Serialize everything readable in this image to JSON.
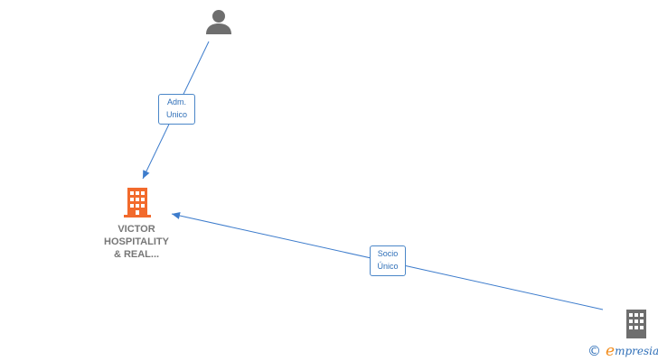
{
  "nodes": {
    "person": {
      "icon": "person-icon",
      "color": "#6e6e6e"
    },
    "company_main": {
      "icon": "building-icon",
      "color": "#f26a2c",
      "label_lines": [
        "VICTOR",
        "HOSPITALITY",
        "& REAL..."
      ]
    },
    "company_partner": {
      "icon": "building-icon",
      "color": "#6e6e6e"
    }
  },
  "edges": [
    {
      "from": "person",
      "to": "company_main",
      "label_lines": [
        "Adm.",
        "Unico"
      ]
    },
    {
      "from": "company_partner",
      "to": "company_main",
      "label_lines": [
        "Socio",
        "Único"
      ]
    }
  ],
  "colors": {
    "edge": "#3d7ccc",
    "label_border": "#4a86c8",
    "label_text": "#2f6fb8",
    "node_label": "#777777"
  },
  "footer": {
    "copyright_symbol": "©",
    "brand_initial": "e",
    "brand_rest": "mpresia"
  }
}
